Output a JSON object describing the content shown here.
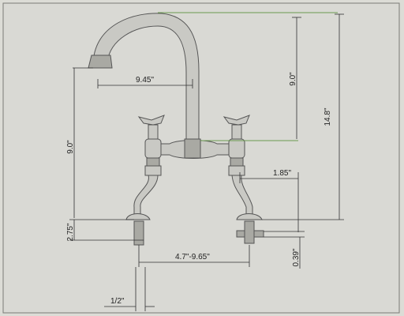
{
  "diagram": {
    "dimensions": {
      "spout_reach": "9.45\"",
      "spout_height_top": "9.0\"",
      "overall_height": "14.8\"",
      "spout_outlet_height": "9.0\"",
      "handle_offset": "1.85\"",
      "shank_length": "2.75\"",
      "center_spread": "4.7\"-9.65\"",
      "mount_thickness": "0.39\"",
      "pipe_size": "1/2\""
    }
  }
}
